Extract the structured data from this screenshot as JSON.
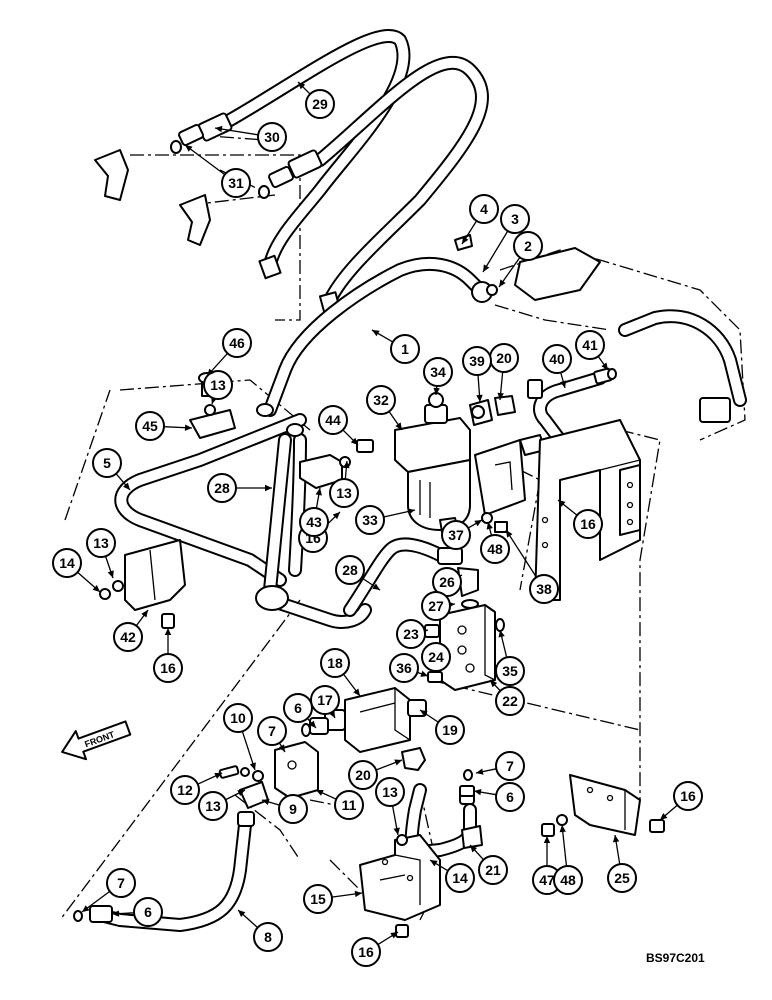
{
  "diagram": {
    "ref_code": "BS97C201",
    "front_label": "FRONT",
    "callouts": [
      "1",
      "2",
      "3",
      "4",
      "5",
      "6",
      "6",
      "6",
      "7",
      "7",
      "7",
      "8",
      "9",
      "10",
      "11",
      "12",
      "13",
      "13",
      "13",
      "13",
      "13",
      "14",
      "14",
      "15",
      "16",
      "16",
      "16",
      "16",
      "16",
      "17",
      "18",
      "19",
      "20",
      "20",
      "21",
      "22",
      "23",
      "24",
      "25",
      "26",
      "27",
      "28",
      "28",
      "29",
      "30",
      "31",
      "32",
      "33",
      "34",
      "35",
      "36",
      "37",
      "38",
      "39",
      "40",
      "41",
      "42",
      "43",
      "44",
      "45",
      "46",
      "47",
      "48",
      "48"
    ]
  }
}
